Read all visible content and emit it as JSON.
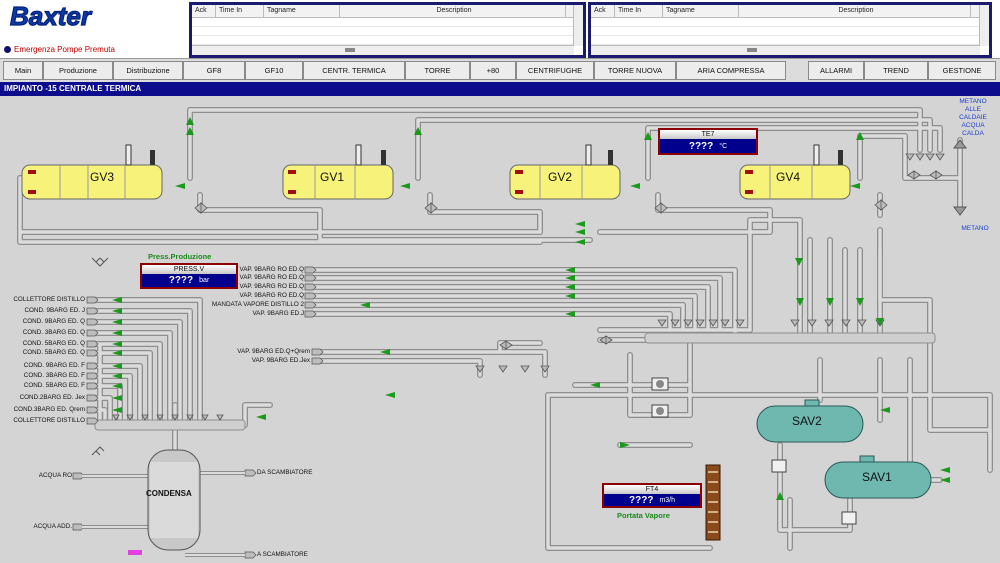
{
  "header": {
    "logo_text": "Baxter",
    "alarm_status": "Emergenza Pompe Premuta",
    "alarm_tables": [
      {
        "columns": [
          "Ack",
          "Time In",
          "Tagname",
          "Description"
        ]
      },
      {
        "columns": [
          "Ack",
          "Time In",
          "Tagname",
          "Description"
        ]
      }
    ]
  },
  "nav": {
    "items": [
      "Main",
      "Produzione",
      "Distribuzione",
      "GF8",
      "GF10",
      "CENTR. TERMICA",
      "TORRE",
      "+80",
      "CENTRIFUGHE",
      "TORRE NUOVA",
      "ARIA COMPRESSA"
    ],
    "right_items": [
      "ALLARMI",
      "TREND",
      "GESTIONE"
    ]
  },
  "page": {
    "title": "IMPIANTO -15 CENTRALE TERMICA"
  },
  "boilers": [
    "GV3",
    "GV1",
    "GV2",
    "GV4"
  ],
  "tanks": [
    "SAV2",
    "SAV1"
  ],
  "condensa": "CONDENSA",
  "panels": {
    "te7": {
      "title": "TE7",
      "value": "????",
      "unit": "°C"
    },
    "pressv": {
      "title": "PRESS.V",
      "value": "????",
      "unit": "bar",
      "caption": "Press.Produzione"
    },
    "ft4": {
      "title": "FT4",
      "value": "????",
      "unit": "m3/h",
      "caption": "Portata Vapore"
    }
  },
  "right_labels": {
    "metano_alle": [
      "METANO",
      "ALLE",
      "CALDAIE",
      "ACQUA",
      "CALDA"
    ],
    "metano": "METANO"
  },
  "steam_labels": [
    "VAP. 9BARG RO ED.Q",
    "VAP. 9BARG RO ED.Q",
    "VAP. 9BARG RO ED.Q",
    "VAP. 9BARG RO ED.Q",
    "MANDATA VAPORE DISTILLO 2",
    "VAP. 9BARG ED.J"
  ],
  "mid_labels": [
    "VAP. 9BARG ED.Q+Qrem",
    "VAP. 9BARG ED.Jex"
  ],
  "left_labels": [
    "COLLETTORE DISTILLO",
    "COND. 9BARG ED. J",
    "COND. 9BARG ED. Q",
    "COND. 3BARG ED. Q",
    "COND. 5BARG ED. Q",
    "COND. 5BARG ED. Q",
    "COND. 9BARG ED. F",
    "COND. 3BARG ED. F",
    "COND. 5BARG ED. F",
    "COND.2BARG ED. Jex",
    "COND.3BARG ED. Qrem",
    "COLLETTORE DISTILLO"
  ],
  "condensa_labels": {
    "acqua_ro": "ACQUA RO",
    "acqua_add": "ACQUA ADD.",
    "da_scambiatore": "DA SCAMBIATORE",
    "a_scambiatore": "A SCAMBIATORE"
  },
  "colors": {
    "title_bar": "#0c0c8c",
    "boiler": "#f7f37a",
    "tank": "#6fb8b0",
    "pipe": "#b4b4b4",
    "flow_arrow": "#1a9a1a"
  }
}
